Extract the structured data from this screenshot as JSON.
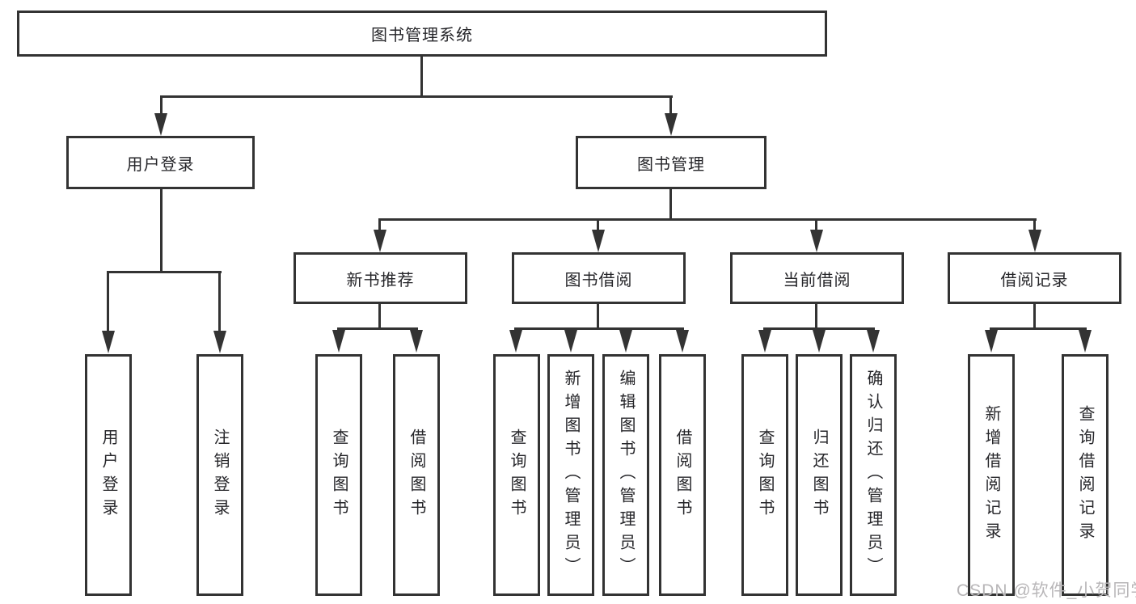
{
  "tree": {
    "label": "图书管理系统",
    "children": [
      {
        "label": "用户登录",
        "children": [
          {
            "label": "用户登录"
          },
          {
            "label": "注销登录"
          }
        ]
      },
      {
        "label": "图书管理",
        "children": [
          {
            "label": "新书推荐",
            "children": [
              {
                "label": "查询图书"
              },
              {
                "label": "借阅图书"
              }
            ]
          },
          {
            "label": "图书借阅",
            "children": [
              {
                "label": "查询图书"
              },
              {
                "label": "新增图书（管理员）"
              },
              {
                "label": "编辑图书（管理员）"
              },
              {
                "label": "借阅图书"
              }
            ]
          },
          {
            "label": "当前借阅",
            "children": [
              {
                "label": "查询图书"
              },
              {
                "label": "归还图书"
              },
              {
                "label": "确认归还（管理员）"
              }
            ]
          },
          {
            "label": "借阅记录",
            "children": [
              {
                "label": "新增借阅记录"
              },
              {
                "label": "查询借阅记录"
              }
            ]
          }
        ]
      }
    ]
  },
  "watermark": {
    "text": "CSDN @软件_小贺同学"
  },
  "colors": {
    "line": "#333333",
    "box_border": "#333333",
    "text": "#26262a",
    "background": "#ffffff",
    "watermark": "#b8b6b8"
  }
}
